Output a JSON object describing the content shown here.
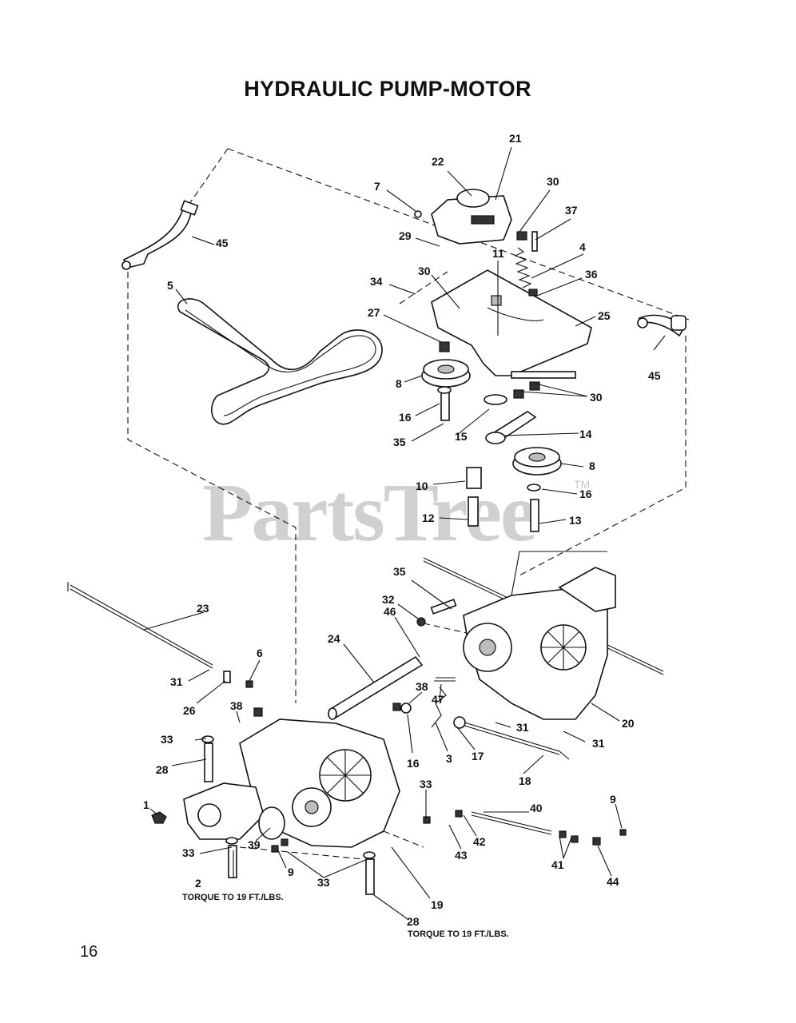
{
  "title": "HYDRAULIC PUMP-MOTOR",
  "page_number": "16",
  "watermark": "PartsTree",
  "watermark_mark": "TM",
  "notes": {
    "torque_left": "TORQUE TO 19 FT./LBS.",
    "torque_center": "TORQUE TO 19 FT./LBS."
  },
  "callouts": {
    "c21": "21",
    "c22": "22",
    "c7": "7",
    "c30a": "30",
    "c37": "37",
    "c29": "29",
    "c4": "4",
    "c45a": "45",
    "c34": "34",
    "c30b": "30",
    "c11": "11",
    "c36": "36",
    "c5": "5",
    "c27": "27",
    "c25": "25",
    "c45b": "45",
    "c8a": "8",
    "c30c": "30",
    "c16a": "16",
    "c35a": "35",
    "c15": "15",
    "c14": "14",
    "c8b": "8",
    "c10": "10",
    "c16b": "16",
    "c12": "12",
    "c13": "13",
    "c35b": "35",
    "c32": "32",
    "c23": "23",
    "c24": "24",
    "c46": "46",
    "c6": "6",
    "c31a": "31",
    "c26": "26",
    "c47": "47",
    "c38a": "38",
    "c38b": "38",
    "c20": "20",
    "c33a": "33",
    "c31b": "31",
    "c31c": "31",
    "c28a": "28",
    "c16c": "16",
    "c3": "3",
    "c17": "17",
    "c18": "18",
    "c33b": "33",
    "c1": "1",
    "c40": "40",
    "c9a": "9",
    "c39": "39",
    "c42": "42",
    "c43": "43",
    "c41": "41",
    "c33c": "33",
    "c9b": "9",
    "c2": "2",
    "c44": "44",
    "c33d": "33",
    "c19": "19",
    "c28b": "28"
  }
}
